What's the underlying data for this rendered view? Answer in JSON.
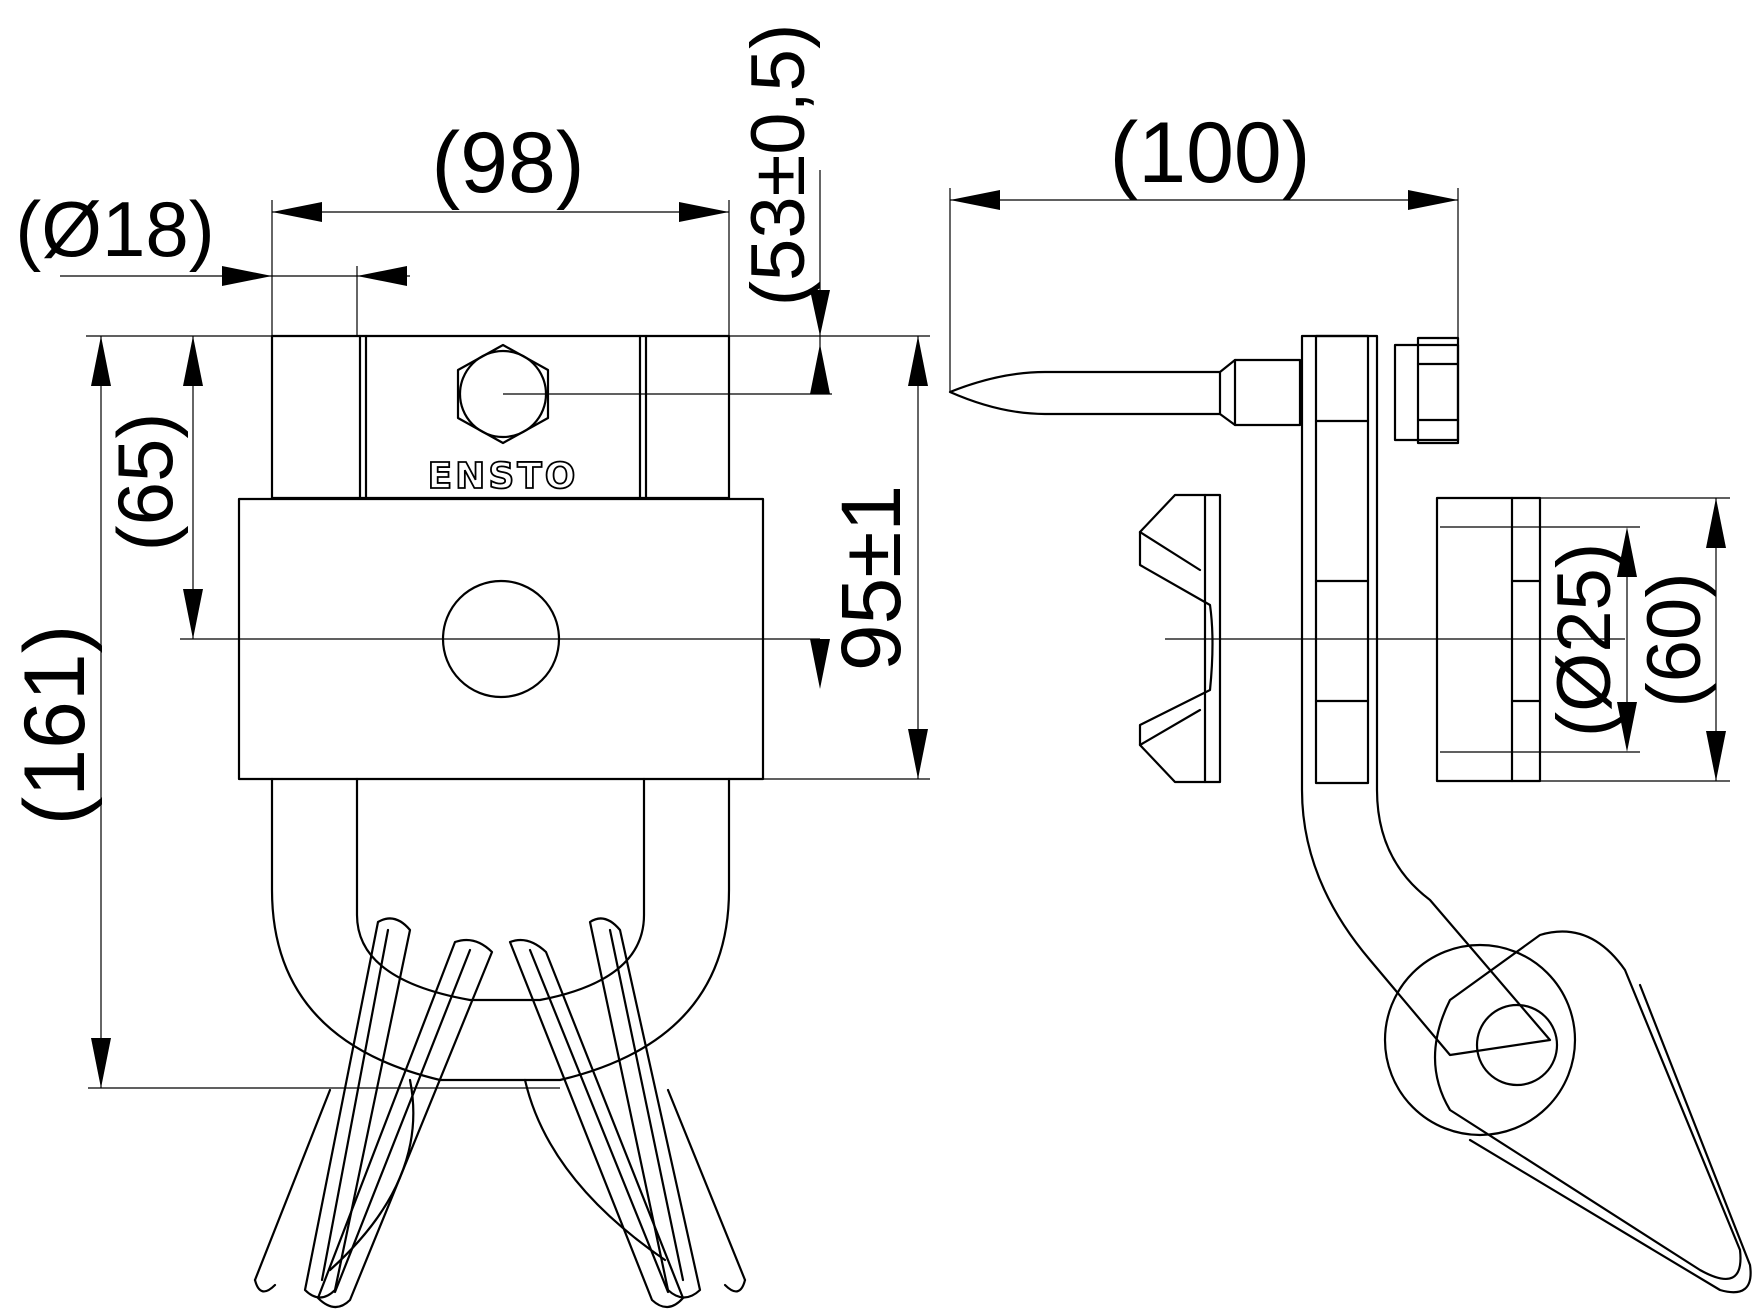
{
  "drawing": {
    "brand_logo": "ENSTO",
    "front_view": {
      "dim_diameter_bolt": "(Ø18)",
      "dim_width": "(98)",
      "dim_bolt_offset": "(53±0,5)",
      "dim_mid_height": "(65)",
      "dim_total_height": "(161)",
      "dim_clamp_height": "95±1"
    },
    "side_view": {
      "dim_length": "(100)",
      "dim_diameter_conductor": "(Ø25)",
      "dim_jaw_height": "(60)"
    }
  }
}
